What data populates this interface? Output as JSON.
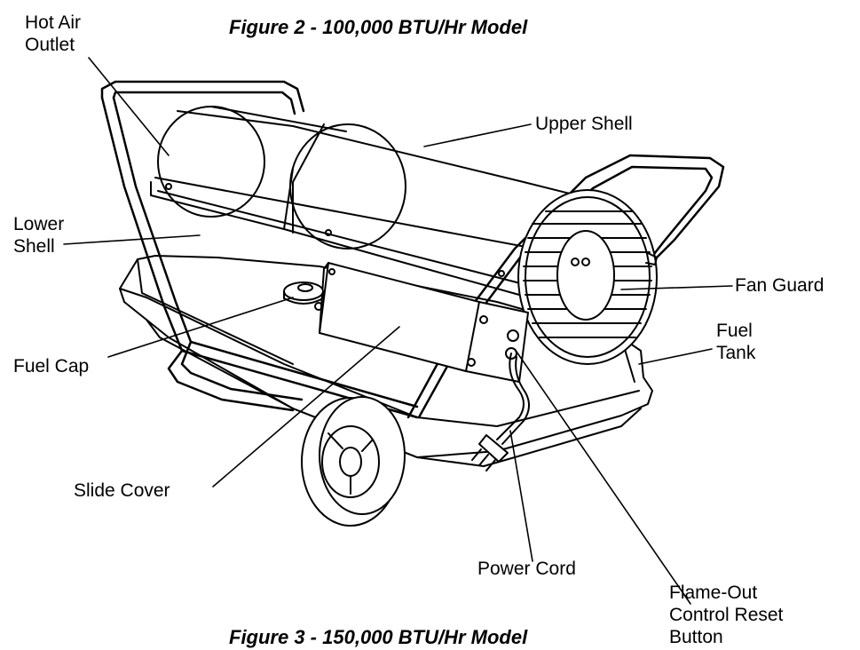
{
  "figure": {
    "caption_top": "Figure 2 - 100,000 BTU/Hr Model",
    "caption_bottom": "Figure 3 - 150,000 BTU/Hr Model"
  },
  "labels": {
    "hot_air_outlet": [
      "Hot Air",
      "Outlet"
    ],
    "upper_shell": "Upper Shell",
    "lower_shell": [
      "Lower",
      "Shell"
    ],
    "fan_guard": "Fan Guard",
    "fuel_tank": [
      "Fuel",
      "Tank"
    ],
    "fuel_cap": "Fuel Cap",
    "slide_cover": "Slide Cover",
    "power_cord": "Power Cord",
    "flame_out_reset": [
      "Flame-Out",
      "Control Reset",
      "Button"
    ]
  }
}
